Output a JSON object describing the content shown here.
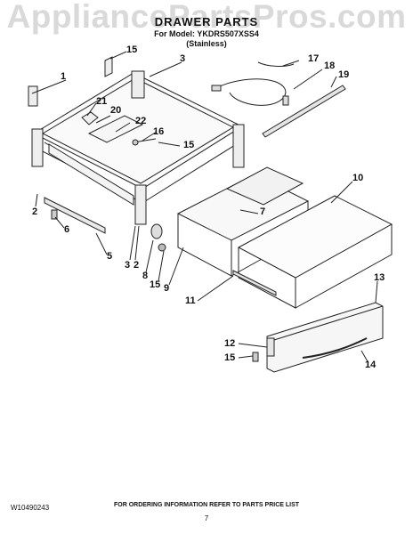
{
  "watermark": "AppliancePartsPros.com",
  "title": "DRAWER PARTS",
  "subtitle_line1": "For Model: YKDRS507XSS4",
  "subtitle_line2": "(Stainless)",
  "callouts": {
    "c1": "1",
    "c2a": "2",
    "c2b": "2",
    "c3a": "3",
    "c3b": "3",
    "c5": "5",
    "c6": "6",
    "c7": "7",
    "c8": "8",
    "c9": "9",
    "c10": "10",
    "c11": "11",
    "c12": "12",
    "c13": "13",
    "c14": "14",
    "c15a": "15",
    "c15b": "15",
    "c15c": "15",
    "c15d": "15",
    "c16": "16",
    "c17": "17",
    "c18": "18",
    "c19": "19",
    "c20": "20",
    "c21": "21",
    "c22": "22"
  },
  "footer": {
    "doc_number": "W10490243",
    "instruction": "FOR ORDERING INFORMATION REFER TO PARTS PRICE LIST",
    "page_number": "7"
  }
}
